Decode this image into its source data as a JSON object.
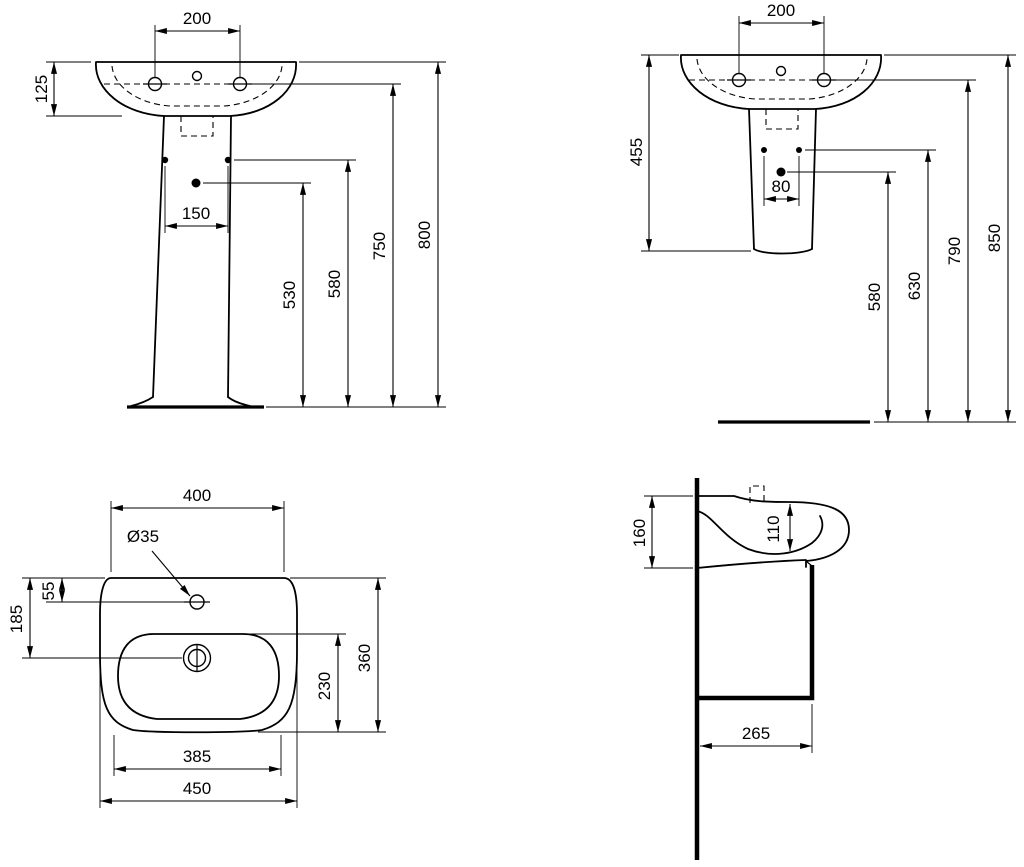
{
  "drawing": {
    "front_full_pedestal": {
      "tap_spacing": "200",
      "basin_height": "125",
      "fixing_hole_spacing": "150",
      "bracket_height": "530",
      "fixing_height": "580",
      "deck_height": "750",
      "rim_height": "800"
    },
    "front_semi_pedestal": {
      "tap_spacing": "200",
      "semi_pedestal_height": "455",
      "fixing_hole_spacing": "80",
      "bracket_height": "580",
      "fixing_height": "630",
      "deck_height": "790",
      "rim_height": "850"
    },
    "plan": {
      "back_width": "400",
      "tap_hole_diameter": "Ø35",
      "tap_hole_offset": "55",
      "drain_offset": "185",
      "bowl_length": "230",
      "depth": "360",
      "front_width": "385",
      "width": "450"
    },
    "side": {
      "basin_back_height": "160",
      "bowl_depth": "110",
      "projection": "265"
    }
  }
}
